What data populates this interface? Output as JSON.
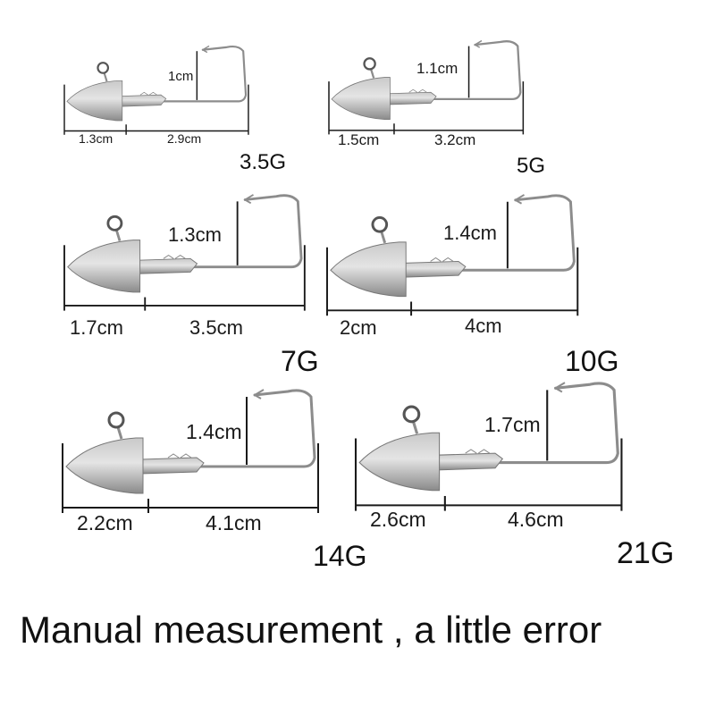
{
  "jigs": [
    {
      "weight": "3.5G",
      "head_length": "1.3cm",
      "shank_length": "2.9cm",
      "hook_gap": "1cm"
    },
    {
      "weight": "5G",
      "head_length": "1.5cm",
      "shank_length": "3.2cm",
      "hook_gap": "1.1cm"
    },
    {
      "weight": "7G",
      "head_length": "1.7cm",
      "shank_length": "3.5cm",
      "hook_gap": "1.3cm"
    },
    {
      "weight": "10G",
      "head_length": "2cm",
      "shank_length": "4cm",
      "hook_gap": "1.4cm"
    },
    {
      "weight": "14G",
      "head_length": "2.2cm",
      "shank_length": "4.1cm",
      "hook_gap": "1.4cm"
    },
    {
      "weight": "21G",
      "head_length": "2.6cm",
      "shank_length": "4.6cm",
      "hook_gap": "1.7cm"
    }
  ],
  "caption": "Manual measurement , a little error",
  "colors": {
    "metal_light": "#e4e4e4",
    "metal_dark": "#8a8a8a",
    "wire": "#8c8c8c",
    "line": "#1a1a1a"
  }
}
